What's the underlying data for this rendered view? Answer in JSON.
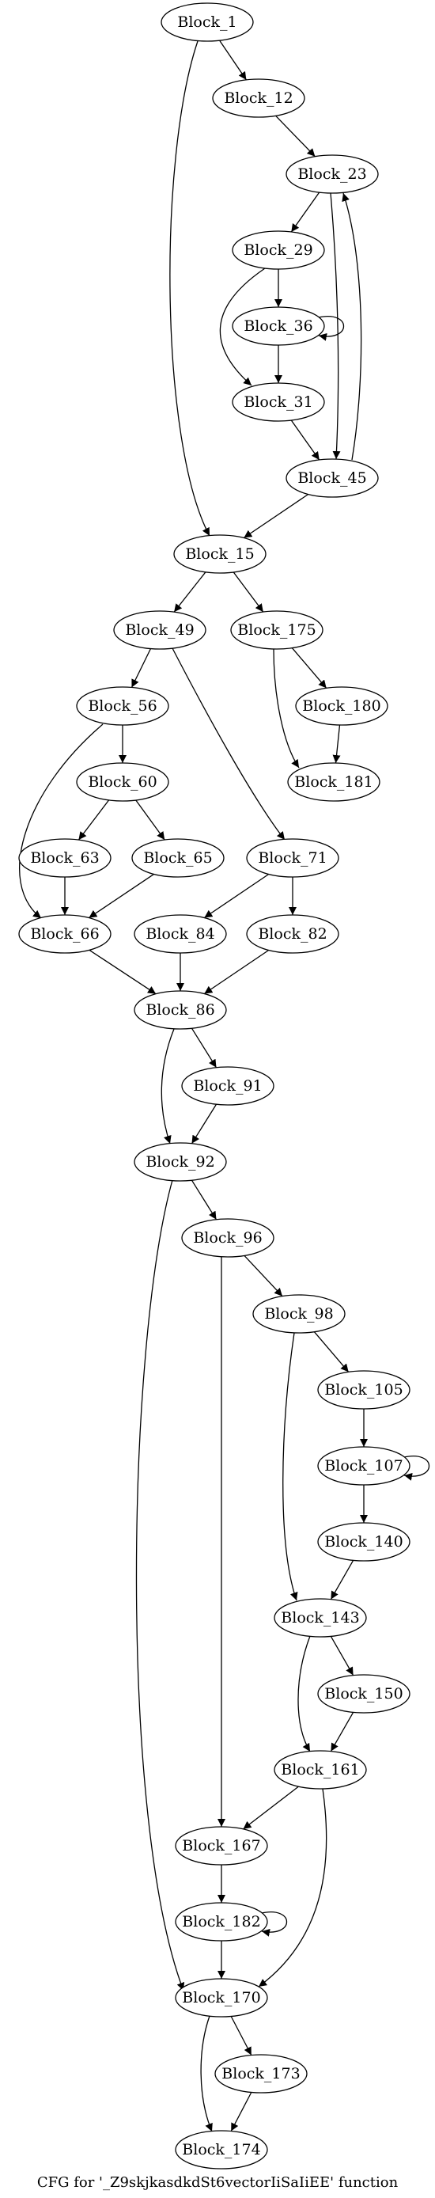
{
  "diagram": {
    "caption": "CFG for '_Z9skjkasdkdSt6vectorIiSaIiEE' function",
    "nodes": [
      {
        "id": "b1",
        "label": "Block_1"
      },
      {
        "id": "b12",
        "label": "Block_12"
      },
      {
        "id": "b23",
        "label": "Block_23"
      },
      {
        "id": "b29",
        "label": "Block_29"
      },
      {
        "id": "b36",
        "label": "Block_36"
      },
      {
        "id": "b31",
        "label": "Block_31"
      },
      {
        "id": "b45",
        "label": "Block_45"
      },
      {
        "id": "b15",
        "label": "Block_15"
      },
      {
        "id": "b49",
        "label": "Block_49"
      },
      {
        "id": "b175",
        "label": "Block_175"
      },
      {
        "id": "b180",
        "label": "Block_180"
      },
      {
        "id": "b181",
        "label": "Block_181"
      },
      {
        "id": "b56",
        "label": "Block_56"
      },
      {
        "id": "b60",
        "label": "Block_60"
      },
      {
        "id": "b63",
        "label": "Block_63"
      },
      {
        "id": "b65",
        "label": "Block_65"
      },
      {
        "id": "b71",
        "label": "Block_71"
      },
      {
        "id": "b66",
        "label": "Block_66"
      },
      {
        "id": "b84",
        "label": "Block_84"
      },
      {
        "id": "b82",
        "label": "Block_82"
      },
      {
        "id": "b86",
        "label": "Block_86"
      },
      {
        "id": "b91",
        "label": "Block_91"
      },
      {
        "id": "b92",
        "label": "Block_92"
      },
      {
        "id": "b96",
        "label": "Block_96"
      },
      {
        "id": "b98",
        "label": "Block_98"
      },
      {
        "id": "b105",
        "label": "Block_105"
      },
      {
        "id": "b107",
        "label": "Block_107"
      },
      {
        "id": "b140",
        "label": "Block_140"
      },
      {
        "id": "b143",
        "label": "Block_143"
      },
      {
        "id": "b150",
        "label": "Block_150"
      },
      {
        "id": "b161",
        "label": "Block_161"
      },
      {
        "id": "b167",
        "label": "Block_167"
      },
      {
        "id": "b182",
        "label": "Block_182"
      },
      {
        "id": "b170",
        "label": "Block_170"
      },
      {
        "id": "b173",
        "label": "Block_173"
      },
      {
        "id": "b174",
        "label": "Block_174"
      }
    ],
    "edges": [
      {
        "from": "b1",
        "to": "b12"
      },
      {
        "from": "b1",
        "to": "b15"
      },
      {
        "from": "b12",
        "to": "b23"
      },
      {
        "from": "b23",
        "to": "b29"
      },
      {
        "from": "b23",
        "to": "b45"
      },
      {
        "from": "b29",
        "to": "b36"
      },
      {
        "from": "b29",
        "to": "b31"
      },
      {
        "from": "b36",
        "to": "b36"
      },
      {
        "from": "b36",
        "to": "b31"
      },
      {
        "from": "b31",
        "to": "b45"
      },
      {
        "from": "b45",
        "to": "b23"
      },
      {
        "from": "b45",
        "to": "b15"
      },
      {
        "from": "b15",
        "to": "b49"
      },
      {
        "from": "b15",
        "to": "b175"
      },
      {
        "from": "b175",
        "to": "b180"
      },
      {
        "from": "b175",
        "to": "b181"
      },
      {
        "from": "b180",
        "to": "b181"
      },
      {
        "from": "b49",
        "to": "b56"
      },
      {
        "from": "b49",
        "to": "b71"
      },
      {
        "from": "b56",
        "to": "b60"
      },
      {
        "from": "b56",
        "to": "b66"
      },
      {
        "from": "b60",
        "to": "b63"
      },
      {
        "from": "b60",
        "to": "b65"
      },
      {
        "from": "b63",
        "to": "b66"
      },
      {
        "from": "b65",
        "to": "b66"
      },
      {
        "from": "b71",
        "to": "b84"
      },
      {
        "from": "b71",
        "to": "b82"
      },
      {
        "from": "b66",
        "to": "b86"
      },
      {
        "from": "b84",
        "to": "b86"
      },
      {
        "from": "b82",
        "to": "b86"
      },
      {
        "from": "b86",
        "to": "b91"
      },
      {
        "from": "b86",
        "to": "b92"
      },
      {
        "from": "b91",
        "to": "b92"
      },
      {
        "from": "b92",
        "to": "b96"
      },
      {
        "from": "b92",
        "to": "b170"
      },
      {
        "from": "b96",
        "to": "b98"
      },
      {
        "from": "b96",
        "to": "b167"
      },
      {
        "from": "b98",
        "to": "b105"
      },
      {
        "from": "b98",
        "to": "b143"
      },
      {
        "from": "b105",
        "to": "b107"
      },
      {
        "from": "b107",
        "to": "b107"
      },
      {
        "from": "b107",
        "to": "b140"
      },
      {
        "from": "b140",
        "to": "b143"
      },
      {
        "from": "b143",
        "to": "b150"
      },
      {
        "from": "b143",
        "to": "b161"
      },
      {
        "from": "b150",
        "to": "b161"
      },
      {
        "from": "b161",
        "to": "b167"
      },
      {
        "from": "b161",
        "to": "b170"
      },
      {
        "from": "b167",
        "to": "b182"
      },
      {
        "from": "b182",
        "to": "b182"
      },
      {
        "from": "b182",
        "to": "b170"
      },
      {
        "from": "b170",
        "to": "b173"
      },
      {
        "from": "b170",
        "to": "b174"
      },
      {
        "from": "b173",
        "to": "b174"
      }
    ]
  }
}
